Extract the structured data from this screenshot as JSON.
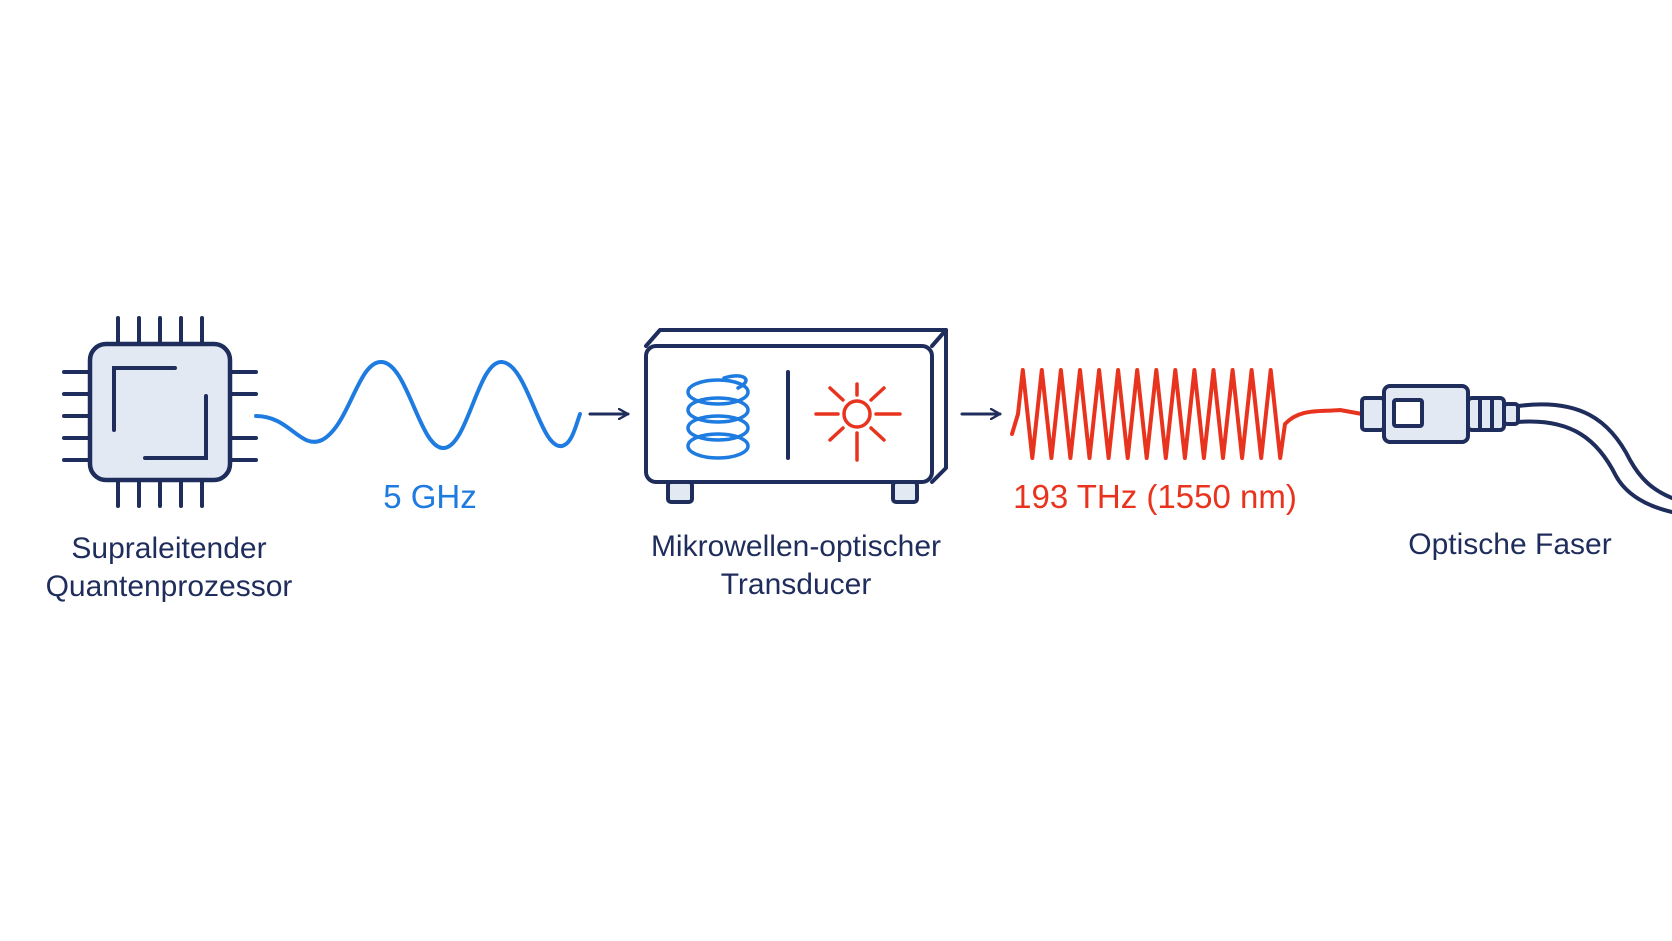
{
  "colors": {
    "navy": "#1f2d5c",
    "microwave_blue": "#1e7be0",
    "optical_red": "#e8341f",
    "fill": "#e3e9f3"
  },
  "nodes": {
    "processor": {
      "icon": "chip-icon",
      "line1": "Supraleitender",
      "line2": "Quantenprozessor"
    },
    "transducer": {
      "icon": "transducer-box-icon",
      "line1": "Mikrowellen-optischer",
      "line2": "Transducer"
    },
    "fiber": {
      "icon": "fiber-connector-icon",
      "label": "Optische Faser"
    }
  },
  "signals": {
    "microwave": {
      "label": "5 GHz",
      "icon": "sine-wave-icon"
    },
    "optical": {
      "label": "193 THz (1550 nm)",
      "icon": "high-frequency-wave-icon"
    }
  },
  "flow": [
    "processor",
    "microwave",
    "transducer",
    "optical",
    "fiber"
  ]
}
